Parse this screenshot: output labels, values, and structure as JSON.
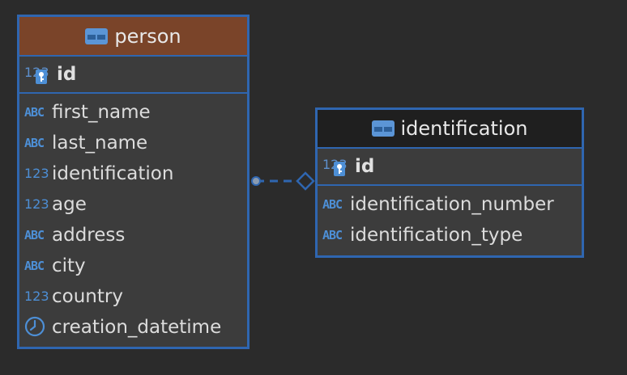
{
  "colors": {
    "background": "#2b2b2b",
    "border_accent": "#2f66b0",
    "person_header": "#7a4429",
    "identification_header": "#1f1f1f",
    "type_icon": "#4d8fd6"
  },
  "entities": {
    "person": {
      "title": "person",
      "pk": {
        "label": "id",
        "type_text": "123",
        "icon": "key-icon"
      },
      "attributes": [
        {
          "name": "first_name",
          "type_text": "ABC",
          "type": "text"
        },
        {
          "name": "last_name",
          "type_text": "ABC",
          "type": "text"
        },
        {
          "name": "identification",
          "type_text": "123",
          "type": "number"
        },
        {
          "name": "age",
          "type_text": "123",
          "type": "number"
        },
        {
          "name": "address",
          "type_text": "ABC",
          "type": "text"
        },
        {
          "name": "city",
          "type_text": "ABC",
          "type": "text"
        },
        {
          "name": "country",
          "type_text": "123",
          "type": "number"
        },
        {
          "name": "creation_datetime",
          "type_text": "",
          "type": "datetime",
          "icon": "clock-icon"
        }
      ]
    },
    "identification": {
      "title": "identification",
      "pk": {
        "label": "id",
        "type_text": "123",
        "icon": "key-icon"
      },
      "attributes": [
        {
          "name": "identification_number",
          "type_text": "ABC",
          "type": "text"
        },
        {
          "name": "identification_type",
          "type_text": "ABC",
          "type": "text"
        }
      ]
    }
  },
  "relationship": {
    "from": "person.identification",
    "to": "identification",
    "style": "dashed",
    "source_end": "dot-icon",
    "target_end": "diamond-icon"
  }
}
